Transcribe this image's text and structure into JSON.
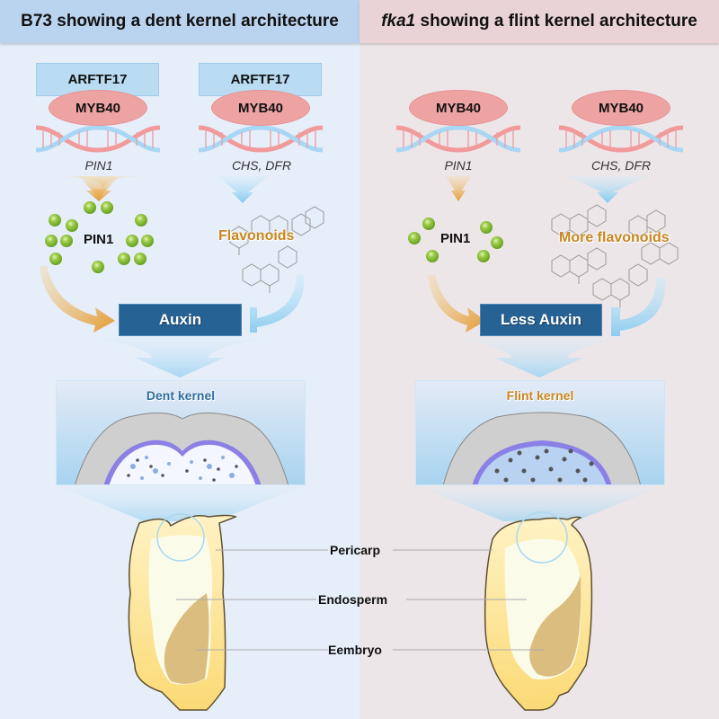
{
  "left": {
    "header_bold": "B73",
    "header_rest": " showing a dent kernel architecture",
    "arftf_1": "ARFTF17",
    "arftf_2": "ARFTF17",
    "myb_1": "MYB40",
    "myb_2": "MYB40",
    "gene_1": "PIN1",
    "gene_2": "CHS, DFR",
    "pin_label": "PIN1",
    "flavonoid_label": "Flavonoids",
    "auxin_label": "Auxin",
    "kernel_title": "Dent kernel",
    "pin_particle_count": 13
  },
  "right": {
    "header_italic": "fka1",
    "header_rest": " showing a flint kernel architecture",
    "myb_1": "MYB40",
    "myb_2": "MYB40",
    "gene_1": "PIN1",
    "gene_2": "CHS, DFR",
    "pin_label": "PIN1",
    "flavonoid_label": "More flavonoids",
    "auxin_label": "Less Auxin",
    "kernel_title": "Flint kernel",
    "pin_particle_count": 6
  },
  "structures": {
    "pericarp": "Pericarp",
    "endosperm": "Endosperm",
    "embryo": "Eembryo"
  },
  "colors": {
    "left_bg": "#e6eef9",
    "right_bg": "#ede6e8",
    "left_header": "#bad3ef",
    "right_header": "#ead3d7",
    "auxin_box": "#276295",
    "myb": "#eea3a3",
    "arftf": "#b9dcf3",
    "pin_particle": "#8bc43f",
    "orange_arrow": "#e3a040",
    "blue_arrow": "#8ccdf0",
    "dent_title": "#2f6d9e",
    "flint_title": "#c8871f"
  }
}
